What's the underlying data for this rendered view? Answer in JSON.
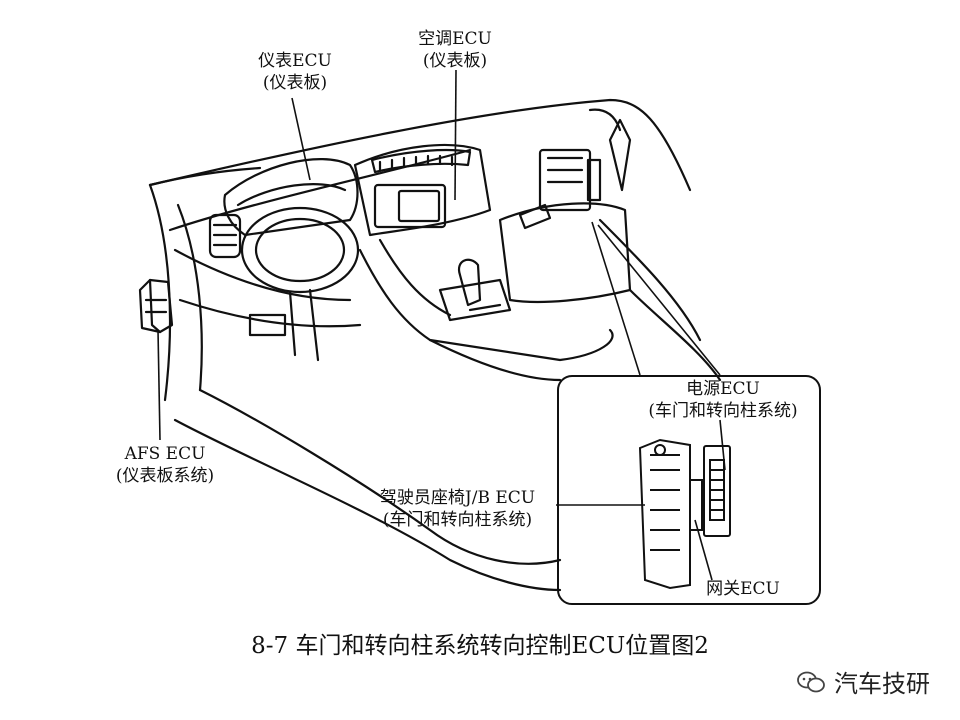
{
  "labels": {
    "cluster_ecu": {
      "line1": "仪表ECU",
      "line2": "(仪表板)"
    },
    "ac_ecu": {
      "line1": "空调ECU",
      "line2": "(仪表板)"
    },
    "power_ecu": {
      "line1": "电源ECU",
      "line2": "(车门和转向柱系统)"
    },
    "afs_ecu": {
      "line1": "AFS ECU",
      "line2": "(仪表板系统)"
    },
    "driver_seat_jb_ecu": {
      "line1": "驾驶员座椅J/B ECU",
      "line2": "(车门和转向柱系统)"
    },
    "gateway_ecu": {
      "line1": "网关ECU"
    }
  },
  "caption": "8-7 车门和转向柱系统转向控制ECU位置图2",
  "watermark": "汽车技研"
}
